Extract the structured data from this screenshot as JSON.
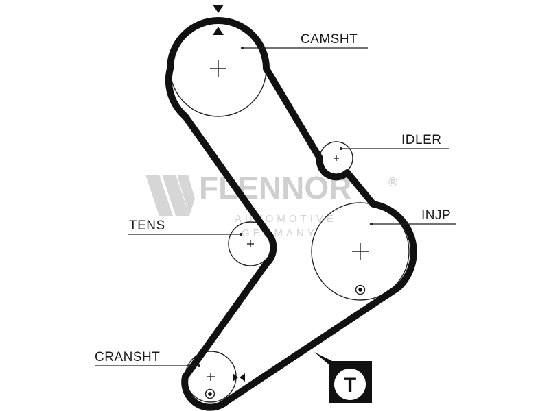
{
  "labels": {
    "camshaft": "CAMSHT",
    "idler": "IDLER",
    "tensioner": "TENS",
    "injection_pump": "INJP",
    "crankshaft": "CRANSHT"
  },
  "watermark": {
    "brand": "FLENNOR",
    "registered": "®",
    "line1": "AUTOMOTIVE",
    "line2": "GERMANY"
  },
  "tension_marker": {
    "text": "T"
  },
  "colors": {
    "belt": "#111111",
    "line": "#222222",
    "watermark": "#cfcfcf"
  }
}
